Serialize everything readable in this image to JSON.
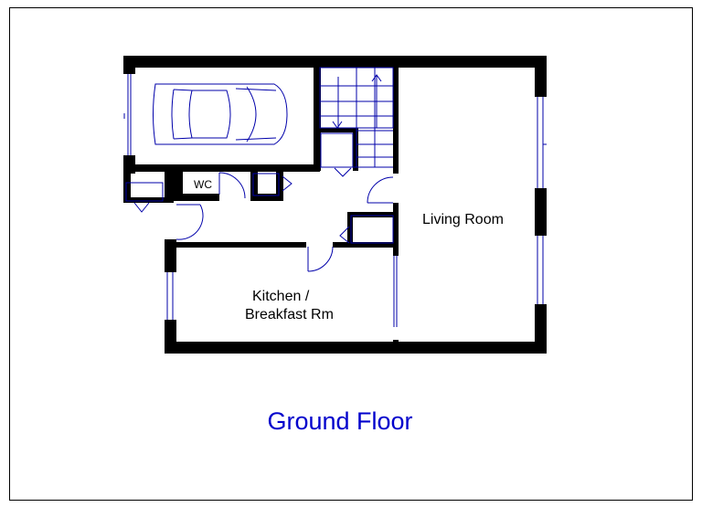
{
  "rooms": {
    "wc": "WC",
    "living_room": "Living Room",
    "kitchen_line1": "Kitchen /",
    "kitchen_line2": "Breakfast Rm"
  },
  "floor_title": "Ground Floor",
  "colors": {
    "wall": "#000000",
    "fixture": "#0000aa",
    "title": "#0000cc",
    "background": "#ffffff"
  },
  "icons": [
    "car-icon",
    "staircase-icon",
    "door-swing-icon",
    "window-icon"
  ]
}
